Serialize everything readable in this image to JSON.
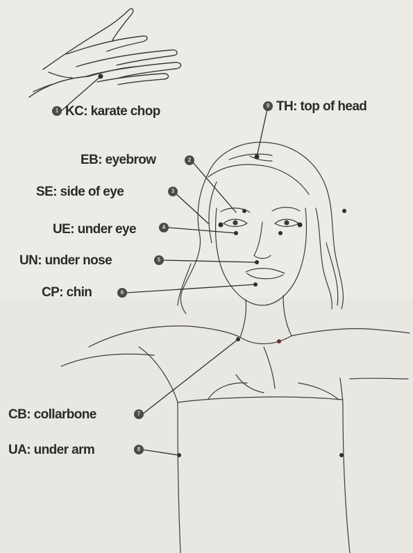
{
  "diagram": {
    "points": [
      {
        "id": "kc",
        "marker": "1",
        "label": "KC: karate chop"
      },
      {
        "id": "th",
        "marker": "9",
        "label": "TH: top of head"
      },
      {
        "id": "eb",
        "marker": "2",
        "label": "EB: eyebrow"
      },
      {
        "id": "se",
        "marker": "3",
        "label": "SE: side of eye"
      },
      {
        "id": "ue",
        "marker": "4",
        "label": "UE: under eye"
      },
      {
        "id": "un",
        "marker": "5",
        "label": "UN: under nose"
      },
      {
        "id": "cp",
        "marker": "6",
        "label": "CP: chin"
      },
      {
        "id": "cb",
        "marker": "7",
        "label": "CB: collarbone"
      },
      {
        "id": "ua",
        "marker": "8",
        "label": "UA: under arm"
      }
    ]
  }
}
